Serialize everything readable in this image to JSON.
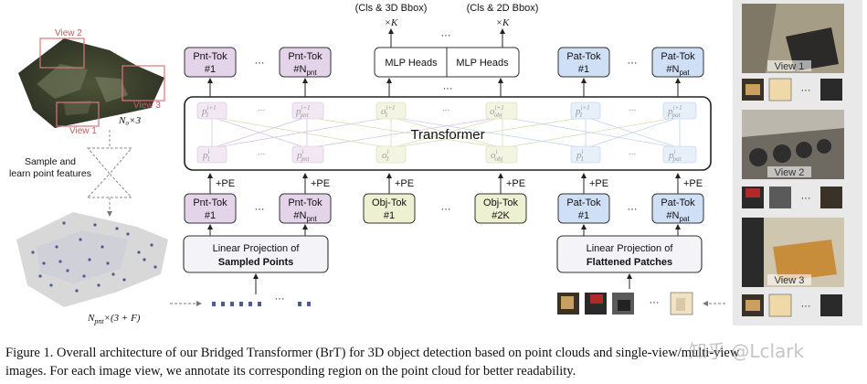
{
  "figure": {
    "caption_line1": "Figure 1. Overall architecture of our Bridged Transformer (BrT) for 3D object detection based on point clouds and single-view/multi-view",
    "caption_line2": "images. For each image view, we annotate its corresponding region on the point cloud for better readability.",
    "watermark": "知乎 @Lclark"
  },
  "left": {
    "view_labels": [
      "View 2",
      "View 3",
      "View 1"
    ],
    "n0_label": "N₀×3",
    "sample_label_1": "Sample and",
    "sample_label_2": "learn point features",
    "npnt_label": "N",
    "npnt_sub": "pnt",
    "npnt_suffix": "×(3 + F)"
  },
  "top": {
    "cls3d": "(Cls & 3D Bbox)",
    "cls2d": "(Cls & 2D Bbox)",
    "times_k": "×K",
    "mlp_heads": "MLP Heads",
    "ellipsis": "···"
  },
  "tokens": {
    "pnt_tok": "Pnt-Tok",
    "obj_tok": "Obj-Tok",
    "pat_tok": "Pat-Tok",
    "idx1": "#1",
    "idxN": "#N",
    "pnt_sub": "pnt",
    "pat_sub": "pat",
    "idx2k": "#2K",
    "pe": "+PE"
  },
  "transformer": {
    "title": "Transformer",
    "p": "p",
    "o": "o",
    "sup_next": "i+1",
    "sup_cur": "i",
    "sub_pnt": "pnt",
    "sub_obj": "obj",
    "sub_pat": "pat"
  },
  "projection": {
    "line1": "Linear Projection of",
    "points": "Sampled Points",
    "patches": "Flattened Patches"
  },
  "right": {
    "views": [
      "View 1",
      "View 2",
      "View 3"
    ]
  }
}
